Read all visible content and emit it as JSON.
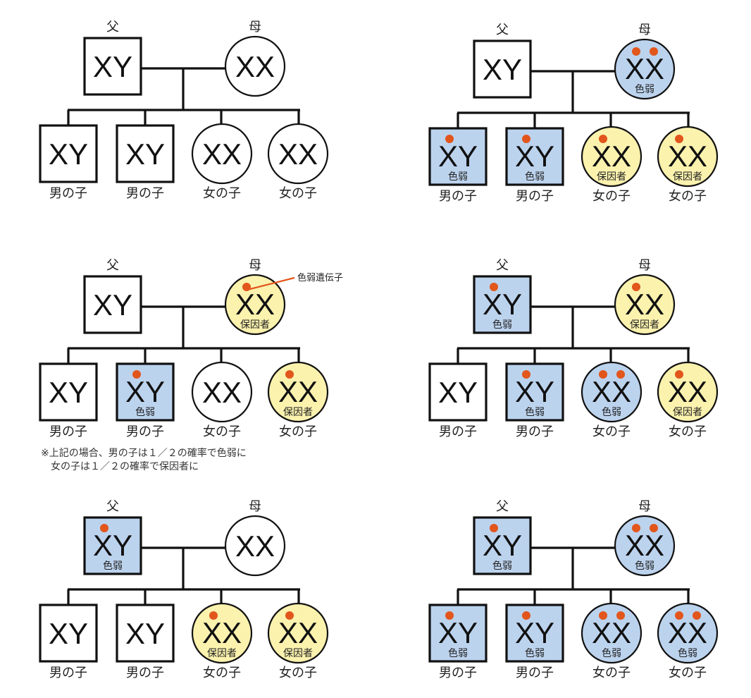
{
  "labels": {
    "father": "父",
    "mother": "母",
    "son": "男の子",
    "daughter": "女の子",
    "status_affected": "色弱",
    "status_carrier": "保因者",
    "gene_callout": "色弱遺伝子"
  },
  "colors": {
    "affected_fill": "#bcd3ee",
    "carrier_fill": "#fbf2ae",
    "normal_fill": "#ffffff",
    "gene_dot": "#e2561c",
    "line": "#111111"
  },
  "note": {
    "line1": "※上記の場合、男の子は１／２の確率で色弱に",
    "line2": "女の子は１／２の確率で保因者に"
  },
  "panels": [
    {
      "id": "normal-x-normal",
      "father": {
        "chrom": "XY",
        "dots": 0,
        "status": "normal"
      },
      "mother": {
        "chrom": "XX",
        "dots": 0,
        "status": "normal"
      },
      "children": [
        {
          "sex": "male",
          "chrom": "XY",
          "dots": 0,
          "status": "normal"
        },
        {
          "sex": "male",
          "chrom": "XY",
          "dots": 0,
          "status": "normal"
        },
        {
          "sex": "female",
          "chrom": "XX",
          "dots": 0,
          "status": "normal"
        },
        {
          "sex": "female",
          "chrom": "XX",
          "dots": 0,
          "status": "normal"
        }
      ]
    },
    {
      "id": "normal-x-affected",
      "father": {
        "chrom": "XY",
        "dots": 0,
        "status": "normal"
      },
      "mother": {
        "chrom": "XX",
        "dots": 2,
        "status": "affected"
      },
      "children": [
        {
          "sex": "male",
          "chrom": "XY",
          "dots": 1,
          "status": "affected"
        },
        {
          "sex": "male",
          "chrom": "XY",
          "dots": 1,
          "status": "affected"
        },
        {
          "sex": "female",
          "chrom": "XX",
          "dots": 1,
          "status": "carrier"
        },
        {
          "sex": "female",
          "chrom": "XX",
          "dots": 1,
          "status": "carrier"
        }
      ]
    },
    {
      "id": "normal-x-carrier",
      "callout": true,
      "father": {
        "chrom": "XY",
        "dots": 0,
        "status": "normal"
      },
      "mother": {
        "chrom": "XX",
        "dots": 1,
        "status": "carrier"
      },
      "children": [
        {
          "sex": "male",
          "chrom": "XY",
          "dots": 0,
          "status": "normal"
        },
        {
          "sex": "male",
          "chrom": "XY",
          "dots": 1,
          "status": "affected"
        },
        {
          "sex": "female",
          "chrom": "XX",
          "dots": 0,
          "status": "normal"
        },
        {
          "sex": "female",
          "chrom": "XX",
          "dots": 1,
          "status": "carrier"
        }
      ]
    },
    {
      "id": "affected-x-carrier",
      "father": {
        "chrom": "XY",
        "dots": 1,
        "status": "affected"
      },
      "mother": {
        "chrom": "XX",
        "dots": 1,
        "status": "carrier"
      },
      "children": [
        {
          "sex": "male",
          "chrom": "XY",
          "dots": 0,
          "status": "normal"
        },
        {
          "sex": "male",
          "chrom": "XY",
          "dots": 1,
          "status": "affected"
        },
        {
          "sex": "female",
          "chrom": "XX",
          "dots": 2,
          "status": "affected"
        },
        {
          "sex": "female",
          "chrom": "XX",
          "dots": 1,
          "status": "carrier"
        }
      ]
    },
    {
      "id": "affected-x-normal",
      "father": {
        "chrom": "XY",
        "dots": 1,
        "status": "affected"
      },
      "mother": {
        "chrom": "XX",
        "dots": 0,
        "status": "normal"
      },
      "children": [
        {
          "sex": "male",
          "chrom": "XY",
          "dots": 0,
          "status": "normal"
        },
        {
          "sex": "male",
          "chrom": "XY",
          "dots": 0,
          "status": "normal"
        },
        {
          "sex": "female",
          "chrom": "XX",
          "dots": 1,
          "status": "carrier"
        },
        {
          "sex": "female",
          "chrom": "XX",
          "dots": 1,
          "status": "carrier"
        }
      ]
    },
    {
      "id": "affected-x-affected",
      "father": {
        "chrom": "XY",
        "dots": 1,
        "status": "affected"
      },
      "mother": {
        "chrom": "XX",
        "dots": 2,
        "status": "affected"
      },
      "children": [
        {
          "sex": "male",
          "chrom": "XY",
          "dots": 1,
          "status": "affected"
        },
        {
          "sex": "male",
          "chrom": "XY",
          "dots": 1,
          "status": "affected"
        },
        {
          "sex": "female",
          "chrom": "XX",
          "dots": 2,
          "status": "affected"
        },
        {
          "sex": "female",
          "chrom": "XX",
          "dots": 2,
          "status": "affected"
        }
      ]
    }
  ]
}
